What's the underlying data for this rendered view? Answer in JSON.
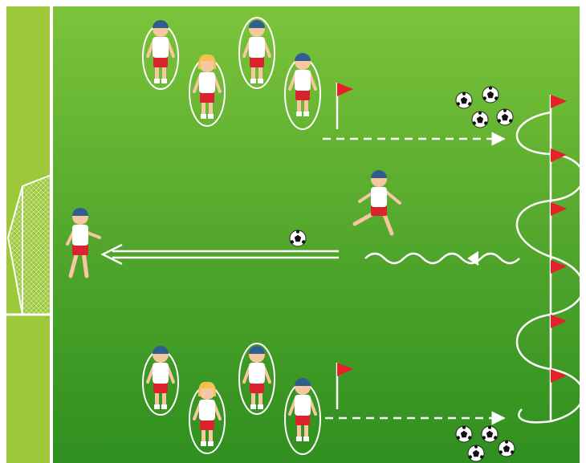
{
  "colors": {
    "field_dark": "#2f8f1f",
    "field_light": "#7cc43a",
    "sideline": "#9cc83a",
    "line": "#ffffff",
    "flag": "#e5202a",
    "shorts": "#d9232d",
    "hair": "#2f5f8f",
    "hair_blonde": "#f2c14e",
    "skin": "#f6c7a1",
    "shirt": "#ffffff"
  },
  "players": [
    {
      "id": "rope-top-1",
      "kind": "skipping",
      "hair": "dark"
    },
    {
      "id": "rope-top-2",
      "kind": "skipping",
      "hair": "blonde"
    },
    {
      "id": "rope-top-3",
      "kind": "skipping",
      "hair": "dark"
    },
    {
      "id": "rope-top-4",
      "kind": "skipping",
      "hair": "dark"
    },
    {
      "id": "rope-bottom-1",
      "kind": "skipping",
      "hair": "dark"
    },
    {
      "id": "rope-bottom-2",
      "kind": "skipping",
      "hair": "blonde"
    },
    {
      "id": "rope-bottom-3",
      "kind": "skipping",
      "hair": "dark"
    },
    {
      "id": "rope-bottom-4",
      "kind": "skipping",
      "hair": "dark"
    },
    {
      "id": "shooter",
      "kind": "kicking",
      "hair": "dark"
    },
    {
      "id": "goalkeeper",
      "kind": "keeper",
      "hair": "dark"
    }
  ],
  "icons": {
    "ball": "soccer-ball-icon",
    "flag": "corner-flag-icon",
    "goal": "goal-net-icon"
  }
}
